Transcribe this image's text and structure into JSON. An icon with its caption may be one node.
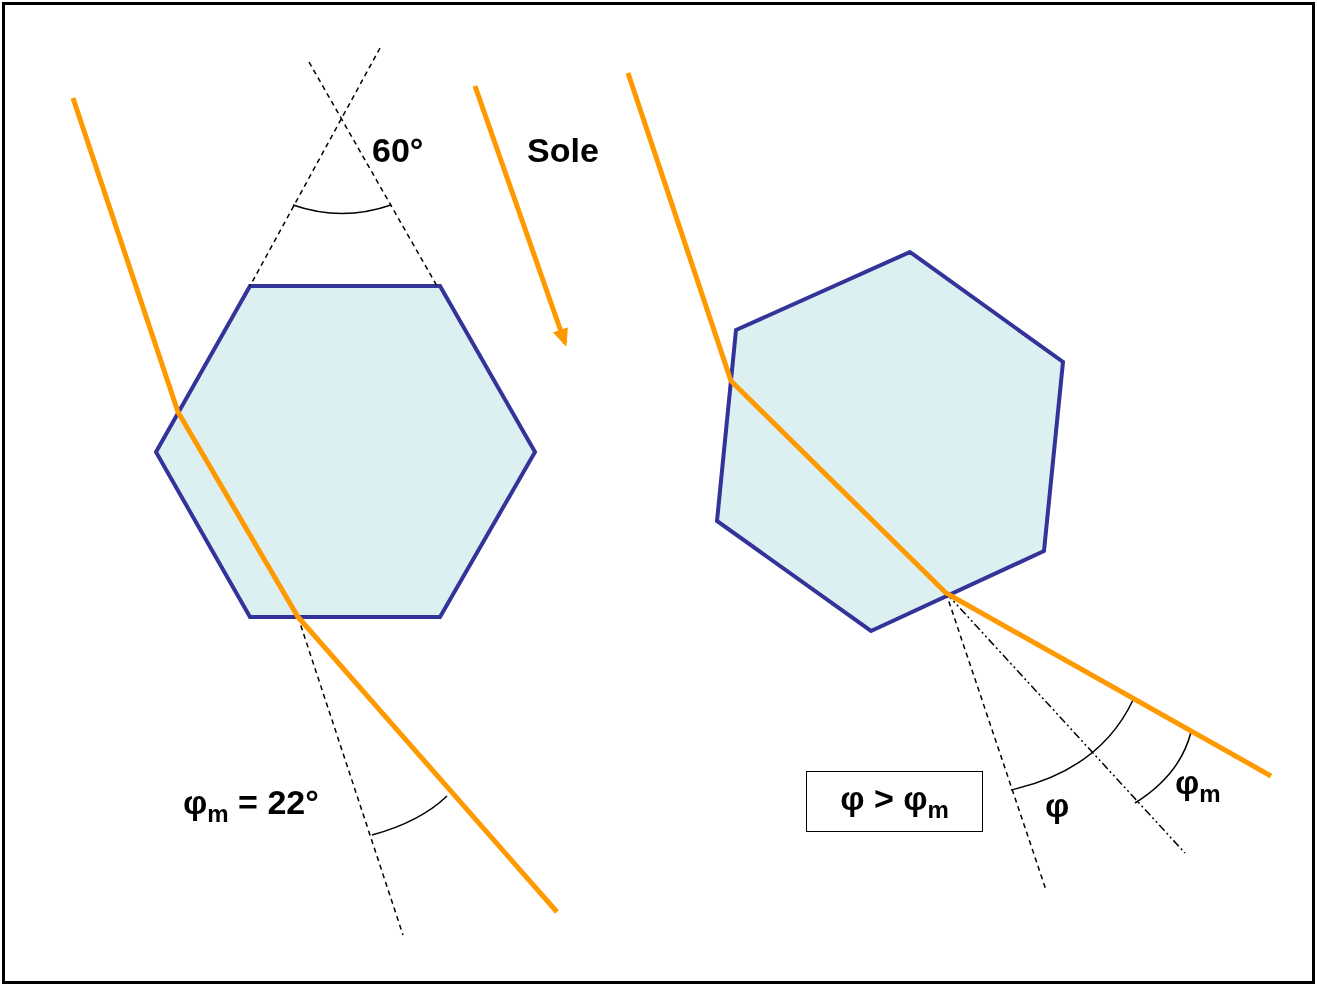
{
  "diagram": {
    "nodes": [
      {
        "text": [],
        "shape": "hexagon"
      },
      {
        "text": [],
        "shape": "hexagon"
      },
      {
        "text": [
          "φ > φ$_{m}$"
        ]
      }
    ],
    "labels": [
      "60°",
      "Sole",
      "φ$_{m}$ = 22°",
      "φ",
      "φ$_{m}$"
    ]
  }
}
